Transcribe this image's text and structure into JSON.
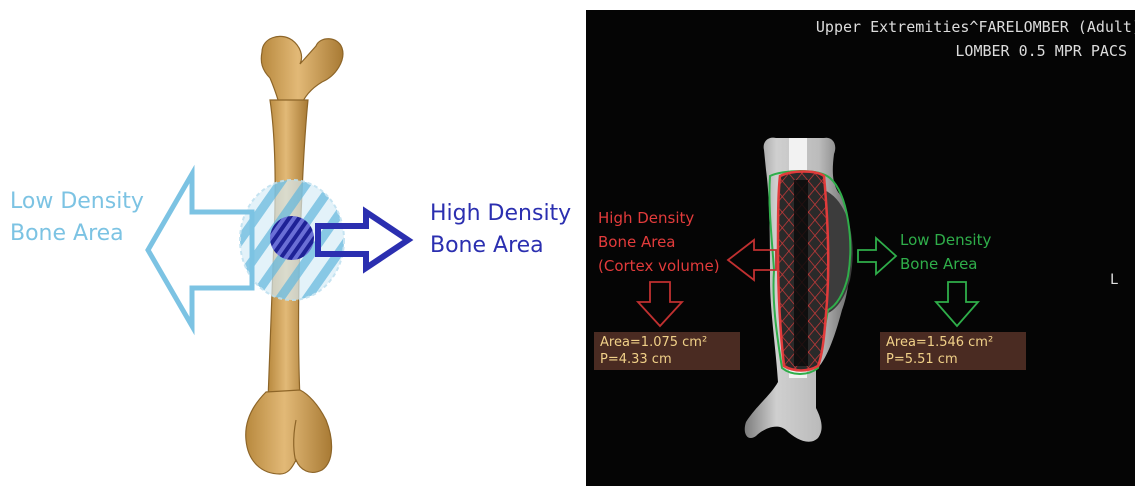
{
  "left_figure": {
    "low_density_label": [
      "Low Density",
      "Bone Area"
    ],
    "high_density_label": [
      "High Density",
      "Bone Area"
    ],
    "colors": {
      "low_density": "#7cc3e3",
      "high_density": "#2b2fb0",
      "bone": "#d5a862"
    }
  },
  "right_figure": {
    "header_line1": "Upper Extremities^FARELOMBER (Adult)",
    "header_line2": "LOMBER 0.5 MPR PACS",
    "side_marker": "L",
    "high_density_label": [
      "High Density",
      "Bone Area",
      "(Cortex volume)"
    ],
    "low_density_label": [
      "Low Density",
      "Bone Area"
    ],
    "measurements": [
      {
        "area": "Area=1.075 cm²",
        "perimeter": "P=4.33 cm"
      },
      {
        "area": "Area=1.546 cm²",
        "perimeter": "P=5.51 cm"
      }
    ],
    "colors": {
      "high_density": "#e23b3b",
      "low_density": "#2fae4a",
      "measurement_text": "#f0d088",
      "measurement_bg": "#4a2b22"
    }
  }
}
